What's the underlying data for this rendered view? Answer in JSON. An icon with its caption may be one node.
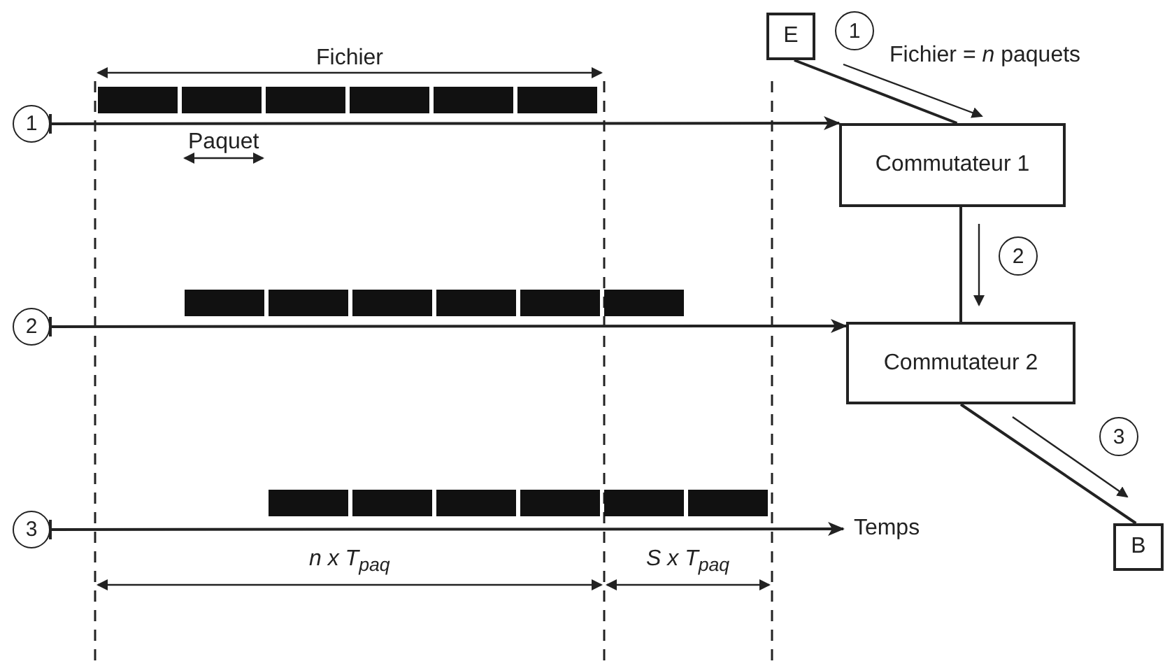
{
  "diagram": {
    "nodes": [
      {
        "text": [
          "1"
        ]
      },
      {
        "text": [
          "E"
        ]
      },
      {
        "text": [
          "1"
        ]
      },
      {
        "text": [
          "Commutateur 1"
        ]
      },
      {
        "text": [
          "2"
        ]
      },
      {
        "text": [
          "2"
        ]
      },
      {
        "text": [
          "Commutateur 2"
        ]
      },
      {
        "text": [
          "3"
        ]
      },
      {
        "text": [
          "3"
        ]
      },
      {
        "text": [
          "Temps"
        ]
      },
      {
        "text": [
          "B"
        ]
      }
    ],
    "edges": [
      {
        "from": 0,
        "to": 3,
        "arrow": "to"
      },
      {
        "from": 1,
        "to": 3,
        "arrow": "none"
      },
      {
        "from": 3,
        "to": 6,
        "arrow": "none"
      },
      {
        "from": 5,
        "to": 6,
        "arrow": "to"
      },
      {
        "from": 6,
        "to": 10,
        "arrow": "none"
      },
      {
        "from": 8,
        "to": 9,
        "arrow": "to"
      }
    ],
    "labels": [
      "Fichier = *n* paquets",
      "Fichier",
      "Paquet",
      "n x T$_{paq}$",
      "S x T$_{paq}$"
    ]
  }
}
